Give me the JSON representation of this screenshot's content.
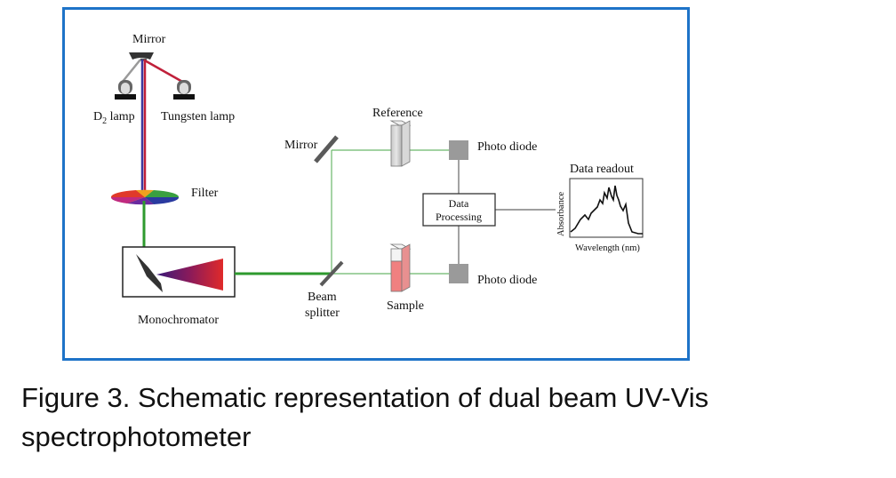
{
  "labels": {
    "mirror_top": "Mirror",
    "d2_lamp_prefix": "D",
    "d2_lamp_sub": "2",
    "d2_lamp_suffix": " lamp",
    "tungsten_lamp": "Tungsten lamp",
    "filter": "Filter",
    "monochromator": "Monochromator",
    "mirror_side": "Mirror",
    "beam_splitter_line1": "Beam",
    "beam_splitter_line2": "splitter",
    "reference": "Reference",
    "sample": "Sample",
    "photo_diode_top": "Photo diode",
    "photo_diode_bottom": "Photo diode",
    "data_processing_line1": "Data",
    "data_processing_line2": "Processing",
    "data_readout": "Data readout",
    "absorbance_axis": "Absorbance",
    "wavelength_axis": "Wavelength (nm)"
  },
  "caption": {
    "line1": "Figure 3. Schematic representation of dual beam UV-Vis",
    "line2": "spectrophotometer"
  },
  "colors": {
    "frame_border": "#1e73c8",
    "beam_green": "#2e9a2e",
    "beam_red": "#c0203a",
    "beam_blue": "#3a3aa0",
    "photodiode_gray": "#9a9a9a",
    "sample_fill": "#f08080"
  }
}
